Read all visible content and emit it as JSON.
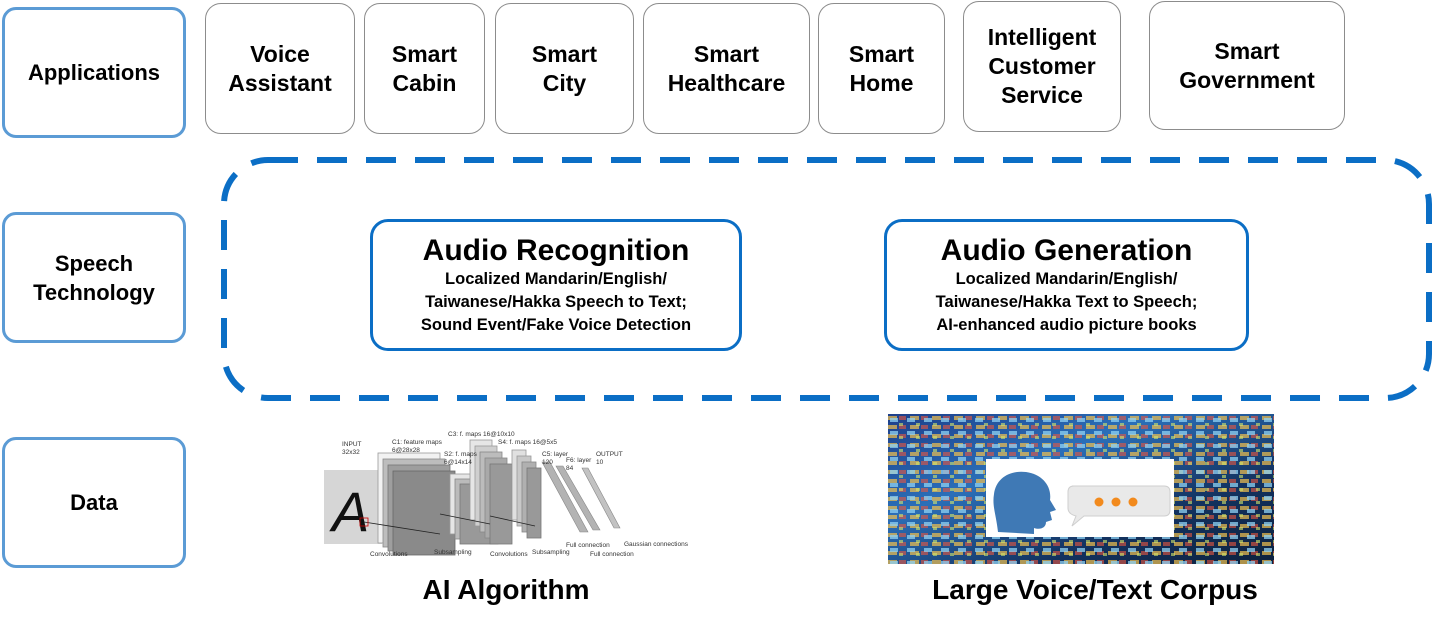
{
  "layers": {
    "applications": "Applications",
    "speech_technology": "Speech\nTechnology",
    "data": "Data"
  },
  "applications": [
    "Voice\nAssistant",
    "Smart\nCabin",
    "Smart\nCity",
    "Smart\nHealthcare",
    "Smart\nHome",
    "Intelligent\nCustomer\nService",
    "Smart\nGovernment"
  ],
  "speech_technology": {
    "recognition": {
      "title": "Audio Recognition",
      "description": "Localized Mandarin/English/\nTaiwanese/Hakka Speech to Text;\nSound Event/Fake Voice Detection"
    },
    "generation": {
      "title": "Audio Generation",
      "description": "Localized Mandarin/English/\nTaiwanese/Hakka Text to Speech;\nAI-enhanced audio picture books"
    }
  },
  "data": {
    "algorithm_caption": "AI Algorithm",
    "corpus_caption": "Large Voice/Text Corpus",
    "cnn_labels": {
      "input": "INPUT\n32x32",
      "c1": "C1: feature maps\n6@28x28",
      "s2": "S2: f. maps\n6@14x14",
      "c3": "C3: f. maps 16@10x10",
      "s4": "S4: f. maps 16@5x5",
      "c5": "C5: layer\n120",
      "f6": "F6: layer\n84",
      "output": "OUTPUT\n10",
      "convolutions1": "Convolutions",
      "subsampling1": "Subsampling",
      "convolutions2": "Convolutions",
      "subsampling2": "Subsampling",
      "full_connection1": "Full connection",
      "full_connection2": "Full connection",
      "gaussian": "Gaussian connections"
    },
    "cnn_input_glyph": "A"
  },
  "colors": {
    "layer_border": "#5b9bd5",
    "tech_border": "#0b6ec5",
    "app_border": "#8c8c8c"
  }
}
